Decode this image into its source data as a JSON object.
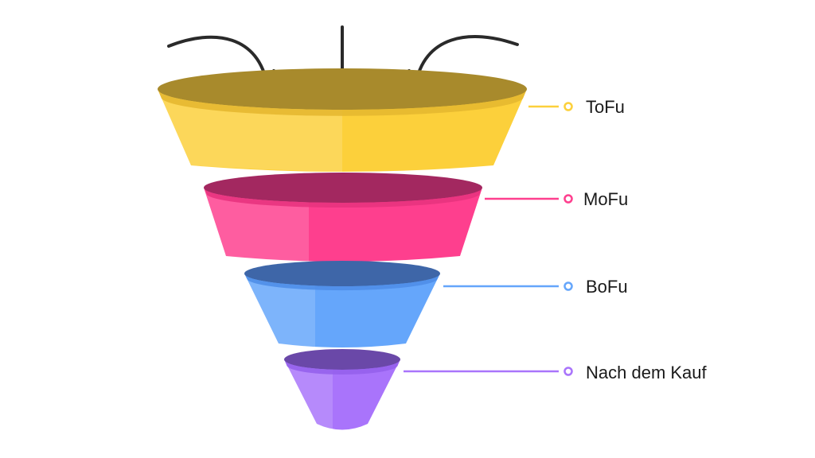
{
  "funnel": {
    "stages": [
      {
        "label": "ToFu",
        "color": "#fcd03b",
        "dark": "#a88a2c",
        "band": "#e6b830"
      },
      {
        "label": "MoFu",
        "color": "#fe3f8e",
        "dark": "#a32860",
        "band": "#e8337e"
      },
      {
        "label": "BoFu",
        "color": "#65a6fb",
        "dark": "#3e66a8",
        "band": "#4f8ee8"
      },
      {
        "label": "Nach dem Kauf",
        "color": "#a974fb",
        "dark": "#6a48a8",
        "band": "#9560ec"
      }
    ],
    "arrow_color": "#2a2a2a"
  }
}
